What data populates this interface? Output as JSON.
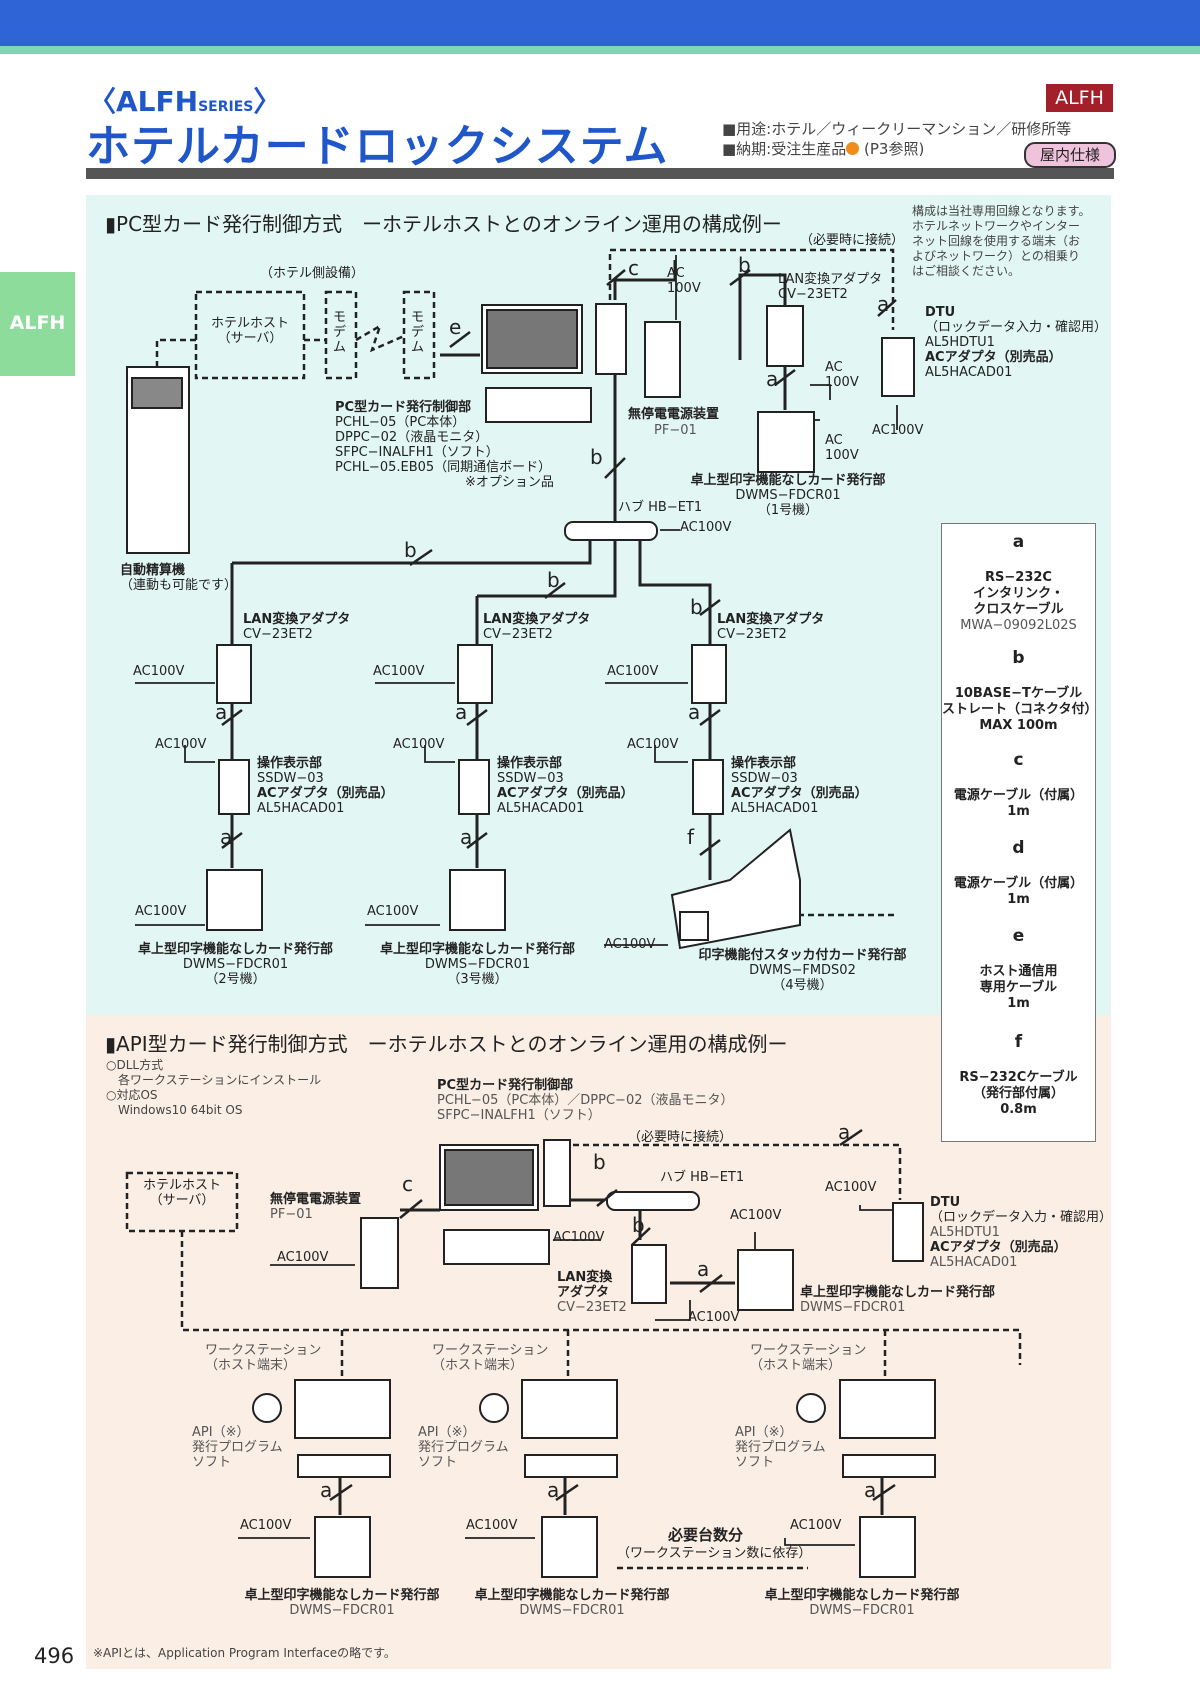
{
  "header": {
    "series": "〈ALFH",
    "series_small": "SERIES",
    "series_close": "〉",
    "title": "ホテルカードロックシステム",
    "badge": "ALFH",
    "usage": "■用途:ホテル／ウィークリーマンション／研修所等",
    "delivery": "■納期:受注生産品",
    "delivery_ref": " (P3参照)",
    "indoor": "屋内仕様",
    "side_tab": "ALFH"
  },
  "section_pc": {
    "heading": "▮PC型カード発行制御方式　ーホテルホストとのオンライン運用の構成例ー",
    "note": [
      "構成は当社専用回線となります。",
      "ホテルネットワークやインター",
      "ネット回線を使用する端末（お",
      "よびネットワーク）との相乗り",
      "はご相談ください。"
    ],
    "hotel_side": "（ホテル側設備）",
    "host": [
      "ホテルホスト",
      "（サーバ）"
    ],
    "modem": "モデム",
    "auto_machine": [
      "自動精算機",
      "（連動も可能です）"
    ],
    "pc_control": {
      "title": "PC型カード発行制御部",
      "lines": [
        "PCHL−05（PC本体）",
        "DPPC−02（液晶モニタ）",
        "SFPC−INALFH1（ソフト）",
        "PCHL−05.EB05（同期通信ボード）"
      ],
      "option": "※オプション品"
    },
    "ups": {
      "title": "無停電電源装置",
      "model": "PF−01"
    },
    "need_connect": "（必要時に接続）",
    "lan_top": {
      "title": "LAN変換アダプタ",
      "model": "CV−23ET2"
    },
    "dtu": {
      "title": "DTU",
      "sub": "（ロックデータ入力・確認用）",
      "model": "AL5HDTU1",
      "ac_title": "ACアダプタ（別売品）",
      "ac_model": "AL5HACAD01"
    },
    "card_1": {
      "title": "卓上型印字機能なしカード発行部",
      "model": "DWMS−FDCR01",
      "num": "（1号機）"
    },
    "hub": "ハブ HB−ET1",
    "ac100v": "AC100V",
    "ac": "AC",
    "v100": "100V",
    "lan": {
      "title": "LAN変換アダプタ",
      "model": "CV−23ET2"
    },
    "ops": {
      "title": "操作表示部",
      "model": "SSDW−03",
      "ac_title": "ACアダプタ（別売品）",
      "ac_model": "AL5HACAD01"
    },
    "card_2": {
      "title": "卓上型印字機能なしカード発行部",
      "model": "DWMS−FDCR01",
      "num": "（2号機）"
    },
    "card_3": {
      "title": "卓上型印字機能なしカード発行部",
      "model": "DWMS−FDCR01",
      "num": "（3号機）"
    },
    "card_4": {
      "title": "印字機能付スタッカ付カード発行部",
      "model": "DWMS−FMDS02",
      "num": "（4号機）"
    }
  },
  "legend": [
    {
      "letter": "a",
      "lines": [
        "RS−232C",
        "インタリンク・",
        "クロスケーブル"
      ],
      "model": "MWA−09092L02S"
    },
    {
      "letter": "b",
      "lines": [
        "10BASE−Tケーブル",
        "ストレート（コネクタ付）",
        "MAX 100m"
      ],
      "model": ""
    },
    {
      "letter": "c",
      "lines": [
        "電源ケーブル（付属）",
        "1m"
      ],
      "model": ""
    },
    {
      "letter": "d",
      "lines": [
        "電源ケーブル（付属）",
        "1m"
      ],
      "model": ""
    },
    {
      "letter": "e",
      "lines": [
        "ホスト通信用",
        "専用ケーブル",
        "1m"
      ],
      "model": ""
    },
    {
      "letter": "f",
      "lines": [
        "RS−232Cケーブル",
        "（発行部付属）",
        "0.8m"
      ],
      "model": ""
    }
  ],
  "section_api": {
    "heading": "▮API型カード発行制御方式　ーホテルホストとのオンライン運用の構成例ー",
    "dll": [
      "○DLL方式",
      "　各ワークステーションにインストール",
      "○対応OS",
      "　Windows10 64bit OS"
    ],
    "pc_control": {
      "title": "PC型カード発行制御部",
      "lines": [
        "PCHL−05（PC本体）／DPPC−02（液晶モニタ）",
        "SFPC−INALFH1（ソフト）"
      ]
    },
    "need_connect": "（必要時に接続）",
    "host": [
      "ホテルホスト",
      "（サーバ）"
    ],
    "ups": {
      "title": "無停電電源装置",
      "model": "PF−01"
    },
    "hub": "ハブ HB−ET1",
    "lan": {
      "title": [
        "LAN変換",
        "アダプタ"
      ],
      "model": "CV−23ET2"
    },
    "dtu": {
      "title": "DTU",
      "sub": "（ロックデータ入力・確認用）",
      "model": "AL5HDTU1",
      "ac_title": "ACアダプタ（別売品）",
      "ac_model": "AL5HACAD01"
    },
    "card": {
      "title": "卓上型印字機能なしカード発行部",
      "model": "DWMS−FDCR01"
    },
    "workstation": [
      "ワークステーション",
      "（ホスト端末）"
    ],
    "api_soft": [
      "API（※）",
      "発行プログラム",
      "ソフト"
    ],
    "need_count": "必要台数分",
    "need_count_sub": "（ワークステーション数に依存）",
    "ac100v": "AC100V"
  },
  "footer": {
    "page": "496",
    "note": "※APIとは、Application Program Interfaceの略です。"
  },
  "letters": {
    "a": "a",
    "b": "b",
    "c": "c",
    "d": "d",
    "e": "e",
    "f": "f"
  }
}
